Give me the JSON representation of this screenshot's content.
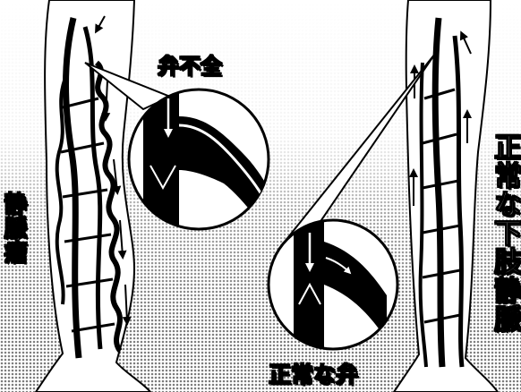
{
  "labels": {
    "incompetent_valve": "弁不全",
    "varicose_veins": "静脈瘤",
    "normal_leg_veins": "正常な下肢静脈",
    "normal_valve": "正常な弁"
  },
  "colors": {
    "ink": "#000000",
    "paper": "#ffffff",
    "halftone": "#8a8a8a"
  }
}
